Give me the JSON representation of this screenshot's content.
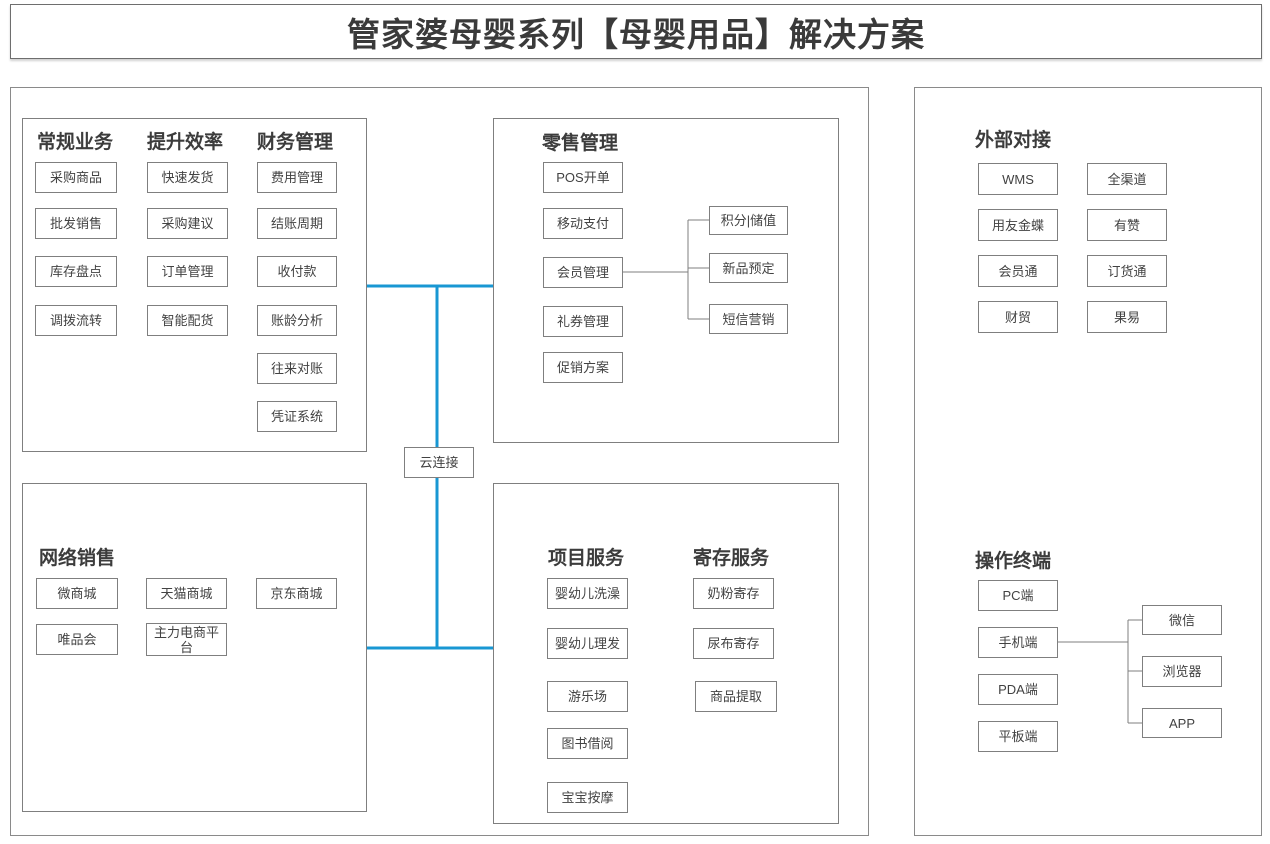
{
  "title": "管家婆母婴系列【母婴用品】解决方案",
  "cloud_connector_label": "云连接",
  "colors": {
    "connector_blue": "#1897D3",
    "connector_gray": "#7f7f7f",
    "border_gray": "#8a8a8a",
    "text_dark": "#3c3c3c"
  },
  "sections": {
    "regular": {
      "title": "常规业务",
      "items": [
        "采购商品",
        "批发销售",
        "库存盘点",
        "调拨流转"
      ]
    },
    "efficiency": {
      "title": "提升效率",
      "items": [
        "快速发货",
        "采购建议",
        "订单管理",
        "智能配货"
      ]
    },
    "finance": {
      "title": "财务管理",
      "items": [
        "费用管理",
        "结账周期",
        "收付款",
        "账龄分析",
        "往来对账",
        "凭证系统"
      ]
    },
    "retail": {
      "title": "零售管理",
      "items": [
        "POS开单",
        "移动支付",
        "会员管理",
        "礼券管理",
        "促销方案"
      ],
      "member_subs": [
        "积分|储值",
        "新品预定",
        "短信营销"
      ]
    },
    "online": {
      "title": "网络销售",
      "items": [
        "微商城",
        "天猫商城",
        "京东商城",
        "唯品会",
        "主力电商平台"
      ]
    },
    "project": {
      "title": "项目服务",
      "items": [
        "婴幼儿洗澡",
        "婴幼儿理发",
        "游乐场",
        "图书借阅",
        "宝宝按摩"
      ]
    },
    "deposit": {
      "title": "寄存服务",
      "items": [
        "奶粉寄存",
        "尿布寄存",
        "商品提取"
      ]
    },
    "external": {
      "title": "外部对接",
      "items": [
        "WMS",
        "全渠道",
        "用友金蝶",
        "有赞",
        "会员通",
        "订货通",
        "财贸",
        "果易"
      ]
    },
    "terminal": {
      "title": "操作终端",
      "items": [
        "PC端",
        "手机端",
        "PDA端",
        "平板端"
      ],
      "phone_subs": [
        "微信",
        "浏览器",
        "APP"
      ]
    }
  }
}
